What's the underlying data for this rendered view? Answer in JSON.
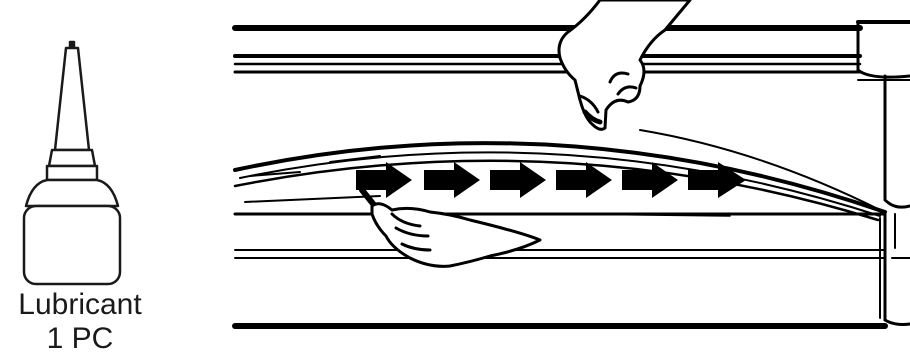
{
  "item": {
    "name": "Lubricant",
    "quantity": "1 PC"
  },
  "illustration": {
    "arrow_count": 6,
    "ink_color": "#000000",
    "background_color": "#ffffff"
  },
  "icons": [
    "lubricant-bottle-icon",
    "hand-icon",
    "scraper-tool-icon",
    "arrow-right-icon"
  ]
}
